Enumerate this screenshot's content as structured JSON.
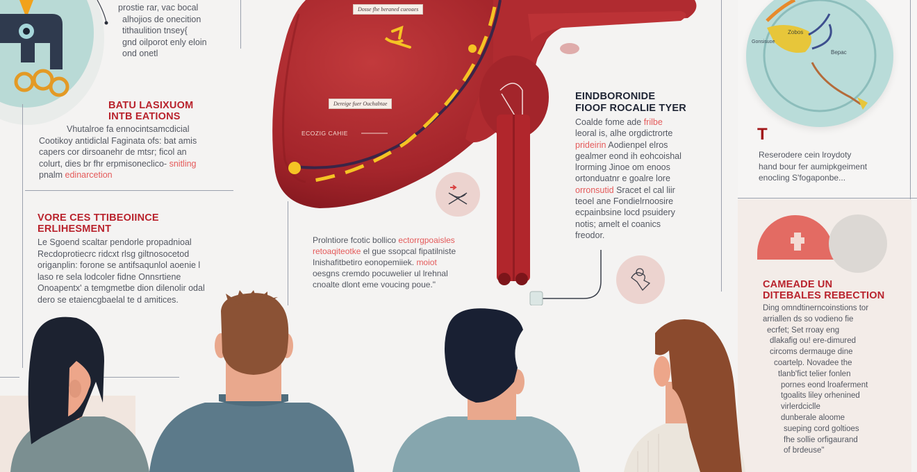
{
  "colors": {
    "background": "#f4f3f2",
    "liver_red": "#a8232a",
    "accent_red": "#b9232d",
    "highlight_red": "#e45a5a",
    "navy": "#1f2535",
    "teal_circle": "#b9dcd9",
    "pink_circle": "#ecd3cf",
    "yellow": "#f5c324"
  },
  "top_left": {
    "icon": "gear-robot-icon",
    "text_lines": [
      "prostie rar, vac bocal",
      "alhojios de onecition",
      "tithaulition tnsey{",
      "gnd oilporot enly eloin",
      "ond onetl"
    ]
  },
  "section_left_1": {
    "heading_lines": [
      "BATU LASIXUOM",
      "INTB EATIONS"
    ],
    "text_lines": [
      {
        "text": "Vhutalroe fa ennocintsamcdicial",
        "highlight": ""
      },
      {
        "text": "Cootikoy antidiclal Faginata ofs: bat amis",
        "highlight": ""
      },
      {
        "text": "capers cor dirsoanehr de mtsr; ficol an",
        "highlight": ""
      },
      {
        "text": "colurt, dies br fhr erpmisoneclico-",
        "highlight": "snitling"
      },
      {
        "text": "pnalm",
        "highlight": "edinarcetion"
      }
    ]
  },
  "section_left_2": {
    "heading_lines": [
      "VORE CES TTIBEOIINCE",
      "ERLIHESMENT"
    ],
    "text_lines": [
      "Le Sgoend scaltar pendorle propadnioal",
      "Recdoprotiecrc ridcxt rlsg giltnosocetod",
      "origanplin: forone se antifsaqunlol aoenie l",
      "laso re sela lodcoler fidne Onnsrtiene",
      "Onoapentx' a temgmetbe dion dilenolir odal",
      "dero se etaiencgbaelal te d amitices."
    ]
  },
  "liver": {
    "labels": [
      "Dosse fhe beraned cueoaes",
      "Dereige fuer Ouchabtae"
    ],
    "plain_label": "ECOZIG CAHIE"
  },
  "center_caption": {
    "text_lines": [
      {
        "text": "Prolntiore  fcotic  bollico",
        "highlight": "ectorrgpoaisles"
      },
      {
        "text": "el gue ssopcal fipatilniste",
        "highlight_lead": "retoaqiteotke"
      },
      {
        "text": "Inishafitbetiro eonopemiiek.",
        "highlight": "moiot"
      },
      {
        "text": "oesgns cremdo pocuwelier ul lrehnal",
        "highlight": ""
      },
      {
        "text": "cnoalte dlont eme voucing poue.\"",
        "highlight": ""
      }
    ]
  },
  "section_right": {
    "heading_lines": [
      "EINDBORONIDE",
      "FIOOF ROCALIE TYER"
    ],
    "text_lines": [
      {
        "text": "Coalde fome ade",
        "highlight": "frilbe"
      },
      {
        "text": "leoral is, alhe orgdictrorte",
        "highlight": ""
      },
      {
        "text": "Aodienpel elros",
        "highlight_lead": "prideirin"
      },
      {
        "text": "gealmer eond ih eohcoishal",
        "highlight": ""
      },
      {
        "text": "lrorming Jinoe om enoos",
        "highlight": ""
      },
      {
        "text": "ortonduatnr e goalre lore",
        "highlight": ""
      },
      {
        "text": "Sracet el cal liir",
        "highlight_lead": "orronsutid"
      },
      {
        "text": "teoel ane Fondielrnoosire",
        "highlight": ""
      },
      {
        "text": "ecpainbsine locd psuidery",
        "highlight": ""
      },
      {
        "text": "notis; amelt el coanics",
        "highlight": ""
      },
      {
        "text": "freodor.",
        "highlight": ""
      }
    ]
  },
  "far_right_top": {
    "circle_labels": [
      "Zobos",
      "Gonsisuoe",
      "Bepac"
    ],
    "heading": "T",
    "text_lines": [
      "Reserodere cein lroydoty",
      "hand bour fer aumipkgeiment",
      "enocling S'fogaponbe..."
    ]
  },
  "far_right_bottom": {
    "icon": "medical-cross-icon",
    "heading_lines": [
      "CAMEADE UN",
      "DITEBALES REBECTION"
    ],
    "text_lines": [
      "Ding omndtinerncoinstions tor",
      "arriallen ds so vodieno fie",
      "ecrfet; Set rroay eng",
      "dlakafig ou! ere-dimured",
      "circoms dermauge dine",
      "coartelp. Novadee the",
      "tlanb'fict telier fonlen",
      "pornes eond lroaferment",
      "tgoalits liley orhenined",
      "virlerdciclle",
      "dunberale aloome",
      "sueping cord goltioes",
      "fhe sollie orfigaurand",
      "of brdeuse\""
    ]
  },
  "people": [
    {
      "name": "woman-dark-hair",
      "hair": "#1c2230",
      "shirt": "#7b8f91"
    },
    {
      "name": "man-brown-hair",
      "hair": "#8b5235",
      "shirt": "#5c7a8a"
    },
    {
      "name": "man-dark-hair",
      "hair": "#192033",
      "shirt": "#86a6ae"
    },
    {
      "name": "woman-brown-hair",
      "hair": "#8b4a2d",
      "shirt": "#ebe5dc"
    }
  ]
}
